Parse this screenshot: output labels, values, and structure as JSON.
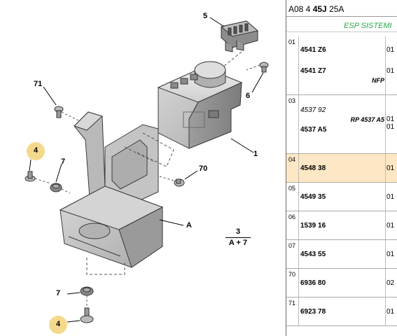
{
  "header": {
    "code_prefix": "A08 4",
    "code_bold": "45J",
    "code_suffix": "25A",
    "subtitle": "ESP SISTEMI"
  },
  "callouts": {
    "c5": "5",
    "c71": "71",
    "c6": "6",
    "c1": "1",
    "c4a": "4",
    "c7a": "7",
    "c70": "70",
    "cA": "A",
    "c7b": "7",
    "c4b": "4",
    "sub_top": "3",
    "sub_bottom": "A + 7"
  },
  "colors": {
    "highlight_row": "#fde7c4",
    "highlight_callout": "#f4d88c",
    "subtitle": "#2aa84a"
  },
  "refs": [
    {
      "ref": "01",
      "parts": [
        {
          "number": "4541 Z6",
          "qty": "01"
        },
        {
          "number": "4541 Z7",
          "qty": "01",
          "note": "NFP"
        }
      ]
    },
    {
      "ref": "03",
      "parts": [
        {
          "number": "4537 92",
          "qty": "",
          "note": "RP 4537 A5"
        },
        {
          "number": "4537 A5",
          "qty": "01"
        }
      ],
      "extra_qty": "01"
    },
    {
      "ref": "04",
      "parts": [
        {
          "number": "4548 38",
          "qty": "01"
        }
      ]
    },
    {
      "ref": "05",
      "parts": [
        {
          "number": "4549 35",
          "qty": "01"
        }
      ]
    },
    {
      "ref": "06",
      "parts": [
        {
          "number": "1539 16",
          "qty": "01"
        }
      ]
    },
    {
      "ref": "07",
      "parts": [
        {
          "number": "4543 55",
          "qty": "01"
        }
      ]
    },
    {
      "ref": "70",
      "parts": [
        {
          "number": "6936 80",
          "qty": "02"
        }
      ]
    },
    {
      "ref": "71",
      "parts": [
        {
          "number": "6923 78",
          "qty": "01"
        }
      ]
    }
  ]
}
